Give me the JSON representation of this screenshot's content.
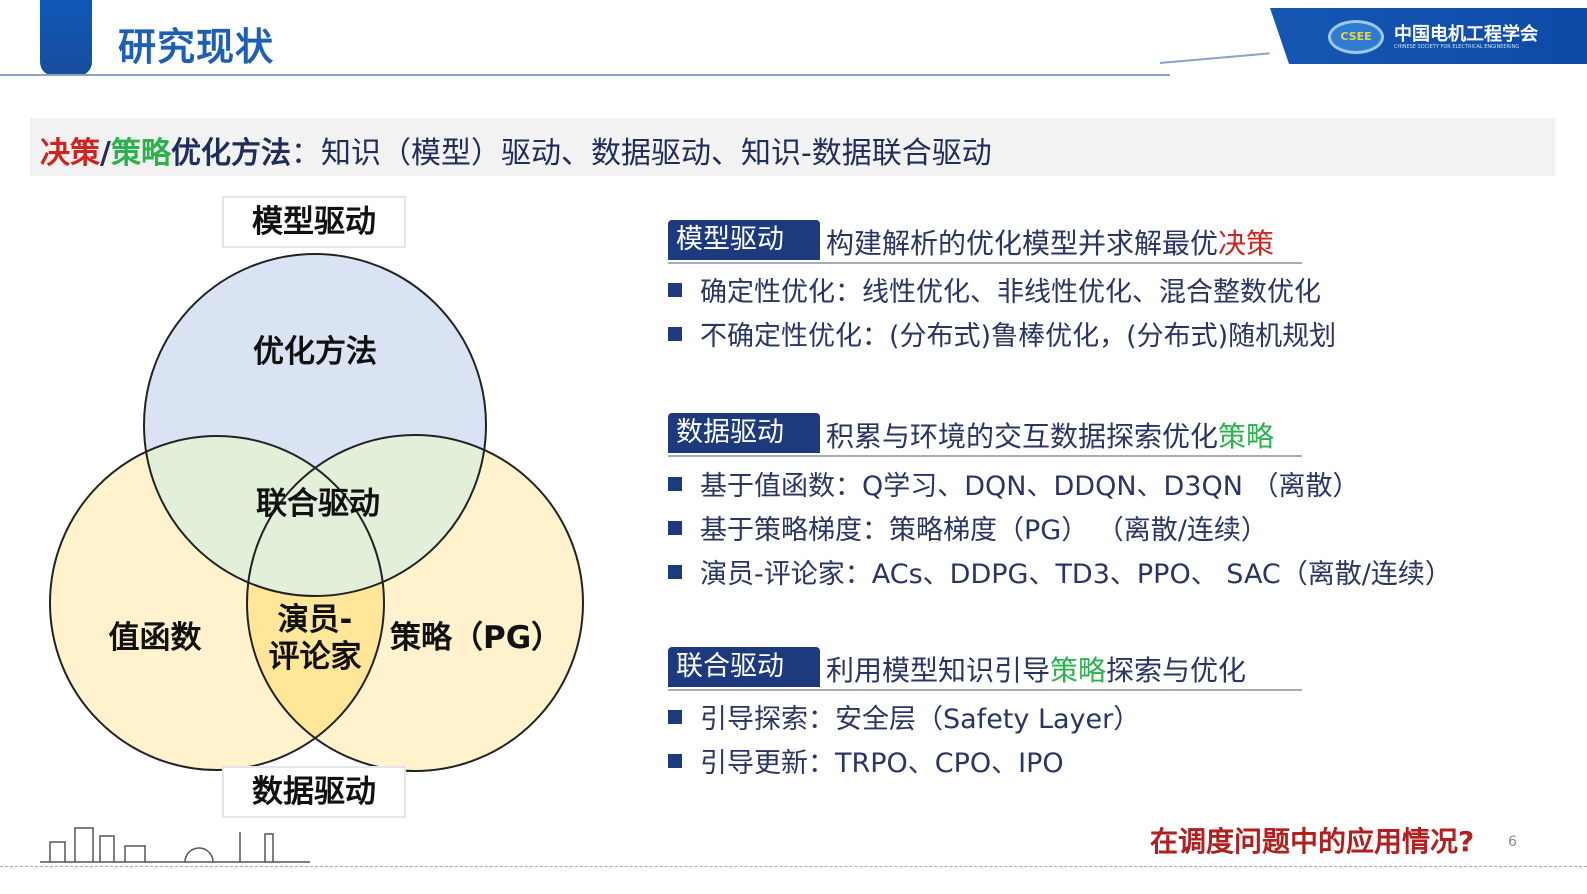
{
  "header": {
    "title": "研究现状",
    "logo_text": "中国电机工程学会",
    "logo_subtitle": "CHINESE SOCIETY FOR ELECTRICAL ENGINEERING",
    "logo_emblem": "CSEE"
  },
  "subtitle": {
    "part1": "决策",
    "slash": "/",
    "part2": "策略",
    "part3": "优化方法",
    "rest": "：知识（模型）驱动、数据驱动、知识-数据联合驱动"
  },
  "venn": {
    "top_box": "模型驱动",
    "bottom_box": "数据驱动",
    "top": "优化方法",
    "overlap": "联合驱动",
    "left": "值函数",
    "center_line1": "演员-",
    "center_line2": "评论家",
    "right": "策略（PG）",
    "colors": {
      "top": "#dae3f3",
      "left": "#fff2cc",
      "right": "#fff2cc",
      "overlap": "#e2efd9",
      "center": "#ffe699"
    }
  },
  "sections": [
    {
      "label": "模型驱动",
      "heading": "构建解析的优化模型并求解最优",
      "heading_accent": "决策",
      "accent_color": "#d0231f",
      "bullets": [
        "确定性优化：线性优化、非线性优化、混合整数优化",
        "不确定性优化：(分布式)鲁棒优化，(分布式)随机规划"
      ]
    },
    {
      "label": "数据驱动",
      "heading": "积累与环境的交互数据探索优化",
      "heading_accent": "策略",
      "accent_color": "#2bb24c",
      "bullets": [
        "基于值函数：Q学习、DQN、DDQN、D3QN （离散）",
        "基于策略梯度：策略梯度（PG） （离散/连续）",
        "演员-评论家：ACs、DDPG、TD3、PPO、 SAC（离散/连续）"
      ]
    },
    {
      "label": "联合驱动",
      "heading": "利用模型知识引导",
      "heading_accent": "策略",
      "heading_tail": "探索与优化",
      "accent_color": "#2bb24c",
      "bullets": [
        "引导探索：安全层（Safety Layer）",
        "引导更新：TRPO、CPO、IPO"
      ]
    }
  ],
  "footer": {
    "question": "在调度问题中的应用情况?",
    "page": "6"
  }
}
